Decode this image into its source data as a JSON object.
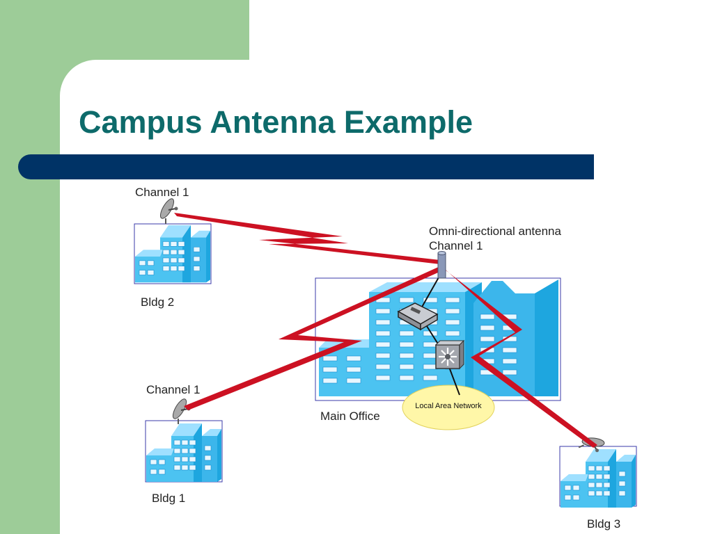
{
  "slide": {
    "title": "Campus Antenna Example"
  },
  "colors": {
    "green_block": "#9dcc98",
    "title_text": "#0d6a6a",
    "title_bar": "#003366",
    "building_fill": "#4cc3f1",
    "building_shade": "#1ea6df",
    "window_fill": "#e9f7ff",
    "link_red": "#cc1122",
    "lan_ellipse": "#fff7a8"
  },
  "diagram": {
    "bldg2": {
      "name": "Bldg 2",
      "channel": "Channel 1"
    },
    "bldg1": {
      "name": "Bldg 1",
      "channel": "Channel 1"
    },
    "bldg3": {
      "name": "Bldg 3"
    },
    "main_office": {
      "name": "Main Office"
    },
    "antenna": {
      "line1": "Omni-directional antenna",
      "line2": "Channel 1"
    },
    "lan": {
      "label": "Local Area Network"
    },
    "icons": [
      "dish-antenna-icon",
      "omni-antenna-icon",
      "access-point-icon",
      "switch-icon",
      "building-icon"
    ]
  }
}
